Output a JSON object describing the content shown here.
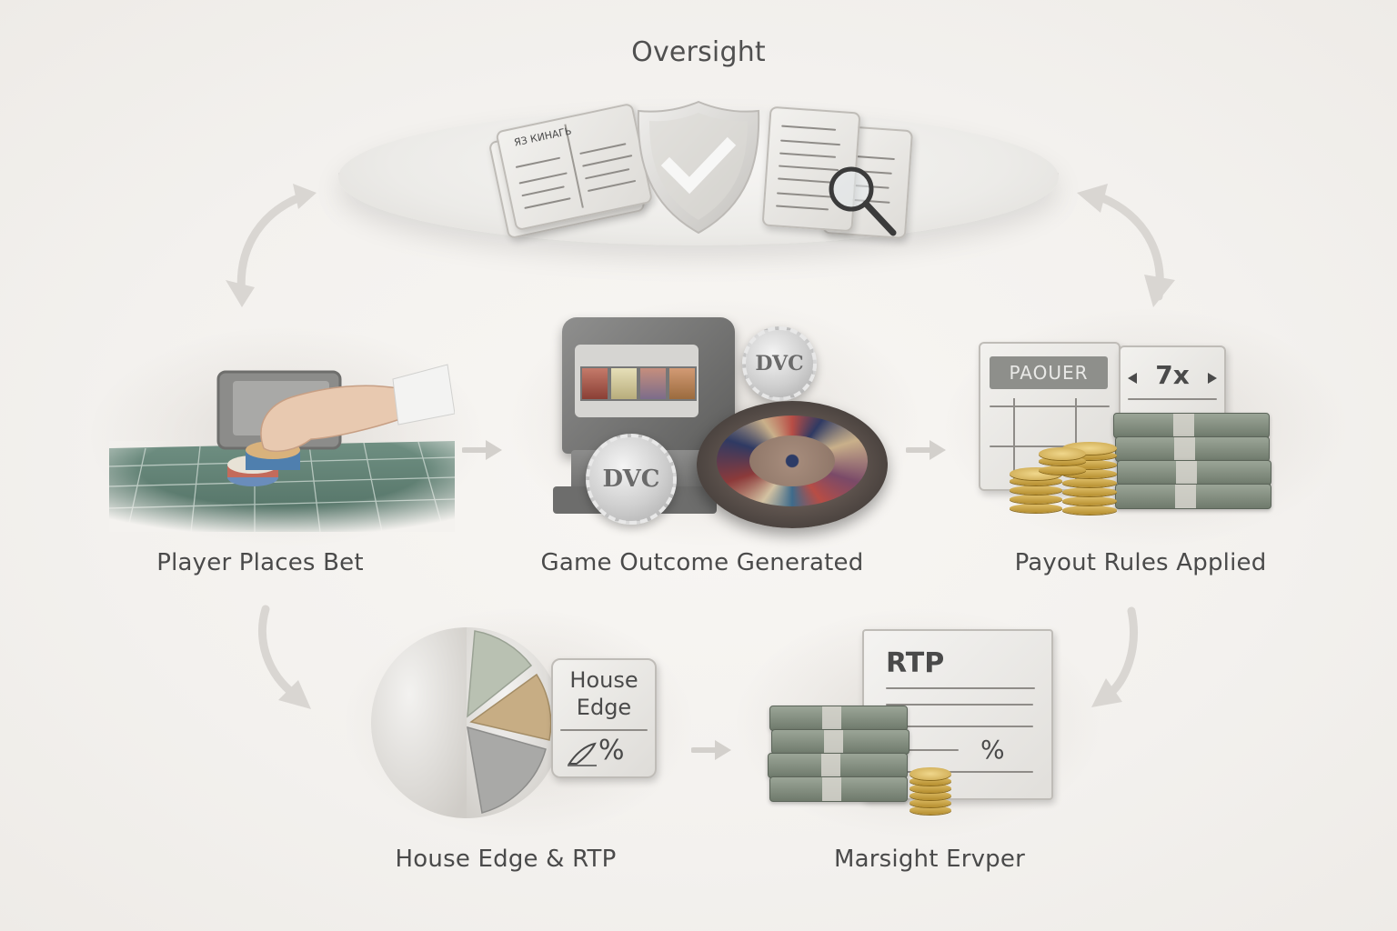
{
  "diagram": {
    "title": "Oversight",
    "colors": {
      "background": "#f5f3f0",
      "text": "#4a4a4a",
      "arrow": "#d6d3cf",
      "felt": "#5f7f72",
      "gold": "#c9a44a",
      "pie_green": "#b9c1b2",
      "pie_tan": "#c7ad84",
      "pie_gray": "#a9a9a7"
    },
    "oversight": {
      "icons": [
        "ledger-book-icon",
        "shield-check-icon",
        "documents-magnifier-icon"
      ],
      "book_text": "ЯЗ КИНАГЬ"
    },
    "steps": [
      {
        "id": "bet",
        "label": "Player Places Bet",
        "icon": "hand-placing-chips-icon"
      },
      {
        "id": "outcome",
        "label": "Game Outcome Generated",
        "icon": "slot-machine-roulette-icon",
        "chip_text": "DVC"
      },
      {
        "id": "payout",
        "label": "Payout Rules Applied",
        "icon": "payout-table-cash-icon",
        "table_header": "PAOUER",
        "multiplier": "7x"
      },
      {
        "id": "edge",
        "label": "House Edge & RTP",
        "icon": "pie-chart-house-edge-icon",
        "card_line1": "House",
        "card_line2": "Edge",
        "card_value": "%"
      },
      {
        "id": "rtp",
        "label": "Marsight Ervper",
        "icon": "rtp-document-cash-icon",
        "doc_title": "RTP",
        "doc_value": "%"
      }
    ],
    "connectors": [
      {
        "from": "oversight",
        "to": "bet",
        "type": "curved-bidirectional"
      },
      {
        "from": "oversight",
        "to": "payout",
        "type": "curved-bidirectional"
      },
      {
        "from": "bet",
        "to": "outcome",
        "type": "straight"
      },
      {
        "from": "outcome",
        "to": "payout",
        "type": "straight"
      },
      {
        "from": "bet",
        "to": "edge",
        "type": "curved"
      },
      {
        "from": "edge",
        "to": "rtp",
        "type": "straight"
      },
      {
        "from": "payout",
        "to": "rtp",
        "type": "curved"
      }
    ]
  }
}
